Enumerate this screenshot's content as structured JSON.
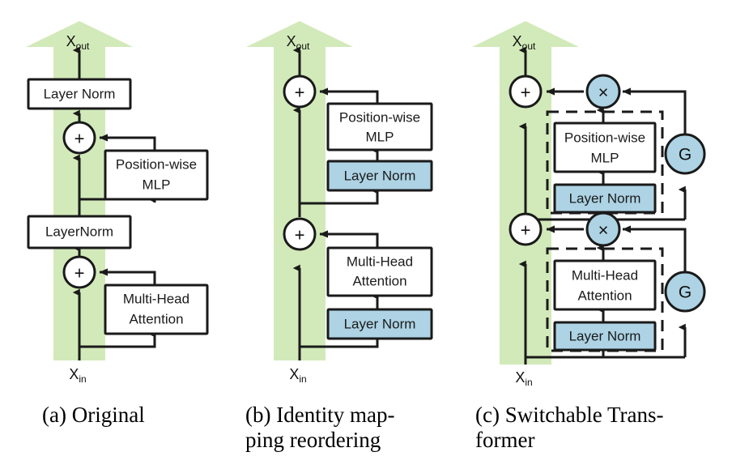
{
  "figure": {
    "colors": {
      "green_arrow": "#D2EAB9",
      "blue_fill": "#ADD3E4",
      "box_stroke": "#1a1a1a",
      "box_fill": "#ffffff",
      "line": "#1a1a1a",
      "background": "#ffffff"
    },
    "io_labels": {
      "output": "X",
      "output_sub": "out",
      "input": "X",
      "input_sub": "in"
    },
    "panels": [
      {
        "id": "a",
        "caption": "(a) Original",
        "blocks": [
          {
            "name": "layer-norm-top",
            "label": "Layer Norm",
            "fill": "white"
          },
          {
            "name": "add-top",
            "label": "+",
            "shape": "circle",
            "fill": "white"
          },
          {
            "name": "position-wise-mlp",
            "label": "Position-wise\nMLP",
            "fill": "white"
          },
          {
            "name": "layer-norm-mid",
            "label": "LayerNorm",
            "fill": "white"
          },
          {
            "name": "add-bottom",
            "label": "+",
            "shape": "circle",
            "fill": "white"
          },
          {
            "name": "multi-head-attention",
            "label": "Multi-Head\nAttention",
            "fill": "white"
          }
        ]
      },
      {
        "id": "b",
        "caption": "(b) Identity mapping reordering",
        "caption_lines": [
          "(b) Identity map-",
          "ping reordering"
        ],
        "blocks": [
          {
            "name": "add-top",
            "label": "+",
            "shape": "circle",
            "fill": "white"
          },
          {
            "name": "position-wise-mlp",
            "label": "Position-wise\nMLP",
            "fill": "white"
          },
          {
            "name": "layer-norm-mlp",
            "label": "Layer Norm",
            "fill": "blue"
          },
          {
            "name": "add-bottom",
            "label": "+",
            "shape": "circle",
            "fill": "white"
          },
          {
            "name": "multi-head-attention",
            "label": "Multi-Head\nAttention",
            "fill": "white"
          },
          {
            "name": "layer-norm-attn",
            "label": "Layer Norm",
            "fill": "blue"
          }
        ]
      },
      {
        "id": "c",
        "caption": "(c) Switchable Transformer",
        "caption_lines": [
          "(c) Switchable Trans-",
          "former"
        ],
        "blocks": [
          {
            "name": "add-top",
            "label": "+",
            "shape": "circle",
            "fill": "white"
          },
          {
            "name": "multiply-top",
            "label": "×",
            "shape": "circle",
            "fill": "blue"
          },
          {
            "name": "gate-top",
            "label": "G",
            "shape": "circle",
            "fill": "blue"
          },
          {
            "name": "position-wise-mlp",
            "label": "Position-wise\nMLP",
            "fill": "white"
          },
          {
            "name": "layer-norm-mlp",
            "label": "Layer Norm",
            "fill": "blue"
          },
          {
            "name": "add-bottom",
            "label": "+",
            "shape": "circle",
            "fill": "white"
          },
          {
            "name": "multiply-bottom",
            "label": "×",
            "shape": "circle",
            "fill": "blue"
          },
          {
            "name": "gate-bottom",
            "label": "G",
            "shape": "circle",
            "fill": "blue"
          },
          {
            "name": "multi-head-attention",
            "label": "Multi-Head\nAttention",
            "fill": "white"
          },
          {
            "name": "layer-norm-attn",
            "label": "Layer Norm",
            "fill": "blue"
          }
        ]
      }
    ],
    "text": {
      "layer_norm_spaced": "Layer Norm",
      "layer_norm_tight": "LayerNorm",
      "position_wise": "Position-wise",
      "mlp": "MLP",
      "multi_head": "Multi-Head",
      "attention": "Attention",
      "plus": "+",
      "times": "×",
      "gate": "G",
      "caption_a": "(a) Original",
      "caption_b_line1": "(b) Identity map-",
      "caption_b_line2": "ping reordering",
      "caption_c_line1": "(c) Switchable Trans-",
      "caption_c_line2": "former"
    }
  }
}
